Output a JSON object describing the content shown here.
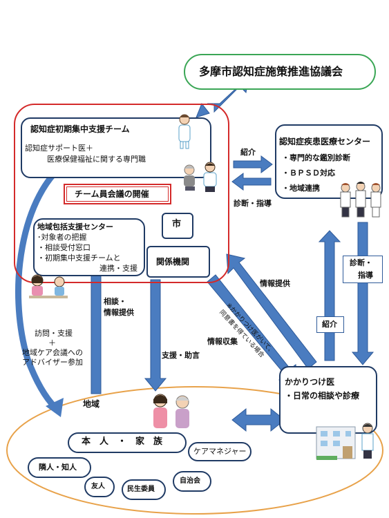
{
  "council": "多摩市認知症施策推進協議会",
  "team": {
    "title": "認知症初期集中支援チーム",
    "line1": "認知症サポート医＋",
    "line2": "医療保健福祉に関する専門職",
    "meeting": "チーム員会議の開催"
  },
  "city": "市",
  "agencies": "関係機関",
  "center": {
    "title": "地域包括支援センター",
    "line1": "･対象者の把握",
    "line2": "・相談受付窓口",
    "line3": "・初期集中支援チームと",
    "line4": "連携・支援"
  },
  "medical_center": {
    "title": "認知症疾患医療センター",
    "line1": "・専門的な鑑別診断",
    "line2": "・ＢＰＳＤ対応",
    "line3": "・地域連携"
  },
  "gp": {
    "title": "かかりつけ医",
    "line1": "・日常の相談や診療"
  },
  "region": {
    "label": "地域",
    "person_family": "本　人　・　家　族",
    "care_manager": "ケアマネジャー",
    "neighbors": "隣人・知人",
    "friends": "友人",
    "commissioner": "民生委員",
    "community": "自治会"
  },
  "arrows": {
    "referral_right": "紹介",
    "diagnosis_guidance_left": "診断・指導",
    "consult_line1": "相談・",
    "consult_line2": "情報提供",
    "visit_line1": "訪問・支援",
    "visit_line2": "＋",
    "visit_line3": "地域ケア会議への",
    "visit_line4": "アドバイザー参加",
    "support_advice": "支援・助言",
    "info_provide": "情報提供",
    "info_collect": "情報収集",
    "note_line1": "※かかりつけ医がいて、",
    "note_line2": "同意書を得ている場合",
    "referral_up": "紹介",
    "diag_line1": "診断・",
    "diag_line2": "指導"
  },
  "colors": {
    "arrow": "#4a7cc0",
    "navy": "#1f3a64",
    "red": "#d42a2a",
    "green": "#3aa655",
    "orange": "#e8a24a"
  }
}
